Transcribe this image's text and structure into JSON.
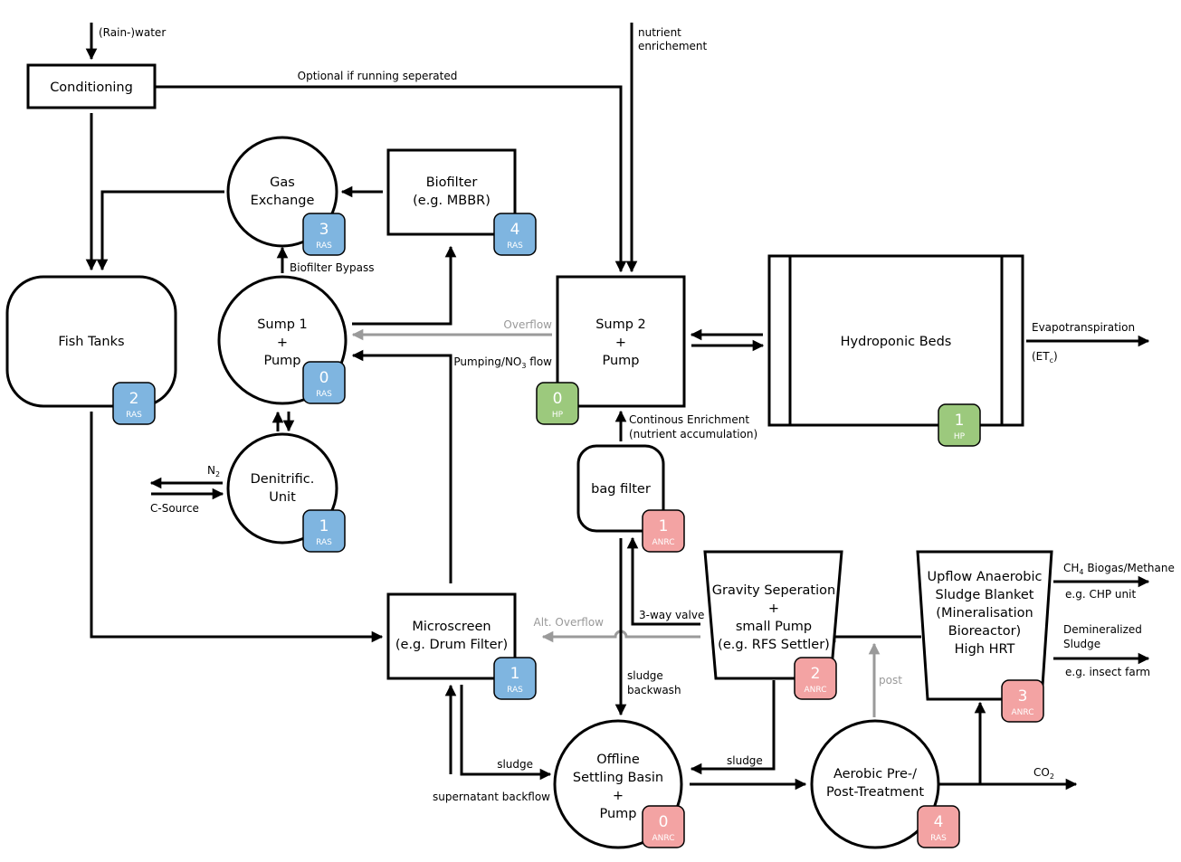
{
  "colors": {
    "ras": "#7fb5e0",
    "hp": "#9cc97d",
    "anrc": "#f3a3a3",
    "gray": "#9a9a9a"
  },
  "nodes": {
    "conditioning": {
      "label": "Conditioning"
    },
    "fish_tanks": {
      "label": "Fish Tanks",
      "badge": {
        "num": "2",
        "tag": "RAS"
      }
    },
    "gas_exchange": {
      "line1": "Gas",
      "line2": "Exchange",
      "badge": {
        "num": "3",
        "tag": "RAS"
      }
    },
    "biofilter": {
      "line1": "Biofilter",
      "line2": "(e.g. MBBR)",
      "badge": {
        "num": "4",
        "tag": "RAS"
      }
    },
    "sump1": {
      "line1": "Sump 1",
      "line2": "+",
      "line3": "Pump",
      "badge": {
        "num": "0",
        "tag": "RAS"
      }
    },
    "denitrific": {
      "line1": "Denitrific.",
      "line2": "Unit",
      "badge": {
        "num": "1",
        "tag": "RAS"
      }
    },
    "sump2": {
      "line1": "Sump 2",
      "line2": "+",
      "line3": "Pump",
      "badge": {
        "num": "0",
        "tag": "HP"
      }
    },
    "hydroponic": {
      "label": "Hydroponic Beds",
      "badge": {
        "num": "1",
        "tag": "HP"
      }
    },
    "bag_filter": {
      "label": "bag filter",
      "badge": {
        "num": "1",
        "tag": "ANRC"
      }
    },
    "microscreen": {
      "line1": "Microscreen",
      "line2": "(e.g. Drum Filter)",
      "badge": {
        "num": "1",
        "tag": "RAS"
      }
    },
    "gravity": {
      "line1": "Gravity Seperation",
      "line2": "+",
      "line3": "small Pump",
      "line4": "(e.g. RFS Settler)",
      "badge": {
        "num": "2",
        "tag": "ANRC"
      }
    },
    "uasb": {
      "line1": "Upflow Anaerobic",
      "line2": "Sludge Blanket",
      "line3": "(Mineralisation",
      "line4": "Bioreactor)",
      "line5": "High HRT",
      "badge": {
        "num": "3",
        "tag": "ANRC"
      }
    },
    "offline": {
      "line1": "Offline",
      "line2": "Settling Basin",
      "line3": "+",
      "line4": "Pump",
      "badge": {
        "num": "0",
        "tag": "ANRC"
      }
    },
    "aerobic": {
      "line1": "Aerobic Pre-/",
      "line2": "Post-Treatment",
      "badge": {
        "num": "4",
        "tag": "RAS"
      }
    }
  },
  "labels": {
    "rain_water": "(Rain-)water",
    "optional": "Optional if running seperated",
    "nutrient1": "nutrient",
    "nutrient2": "enrichement",
    "biofilter_bypass": "Biofilter Bypass",
    "overflow": "Overflow",
    "pumping_pre": "Pumping/NO",
    "pumping_sub": "3",
    "pumping_post": " flow",
    "evapo": "Evapotranspiration",
    "etc_pre": "(ET",
    "etc_sub": "c",
    "etc_post": ")",
    "n2_pre": "N",
    "n2_sub": "2",
    "c_source": "C-Source",
    "continous1": "Continous Enrichment",
    "continous2": "(nutrient accumulation)",
    "three_way": "3-way valve",
    "alt_overflow": "Alt. Overflow",
    "sludge_backwash1": "sludge",
    "sludge_backwash2": "backwash",
    "post": "post",
    "sludge_left": "sludge",
    "sludge_right": "sludge",
    "supernatant": "supernatant backflow",
    "ch4_pre": "CH",
    "ch4_sub": "4",
    "ch4_post": " Biogas/Methane",
    "chp": "e.g. CHP unit",
    "demin1": "Demineralized",
    "demin2": "Sludge",
    "insect": "e.g. insect farm",
    "co2_pre": "CO",
    "co2_sub": "2"
  }
}
